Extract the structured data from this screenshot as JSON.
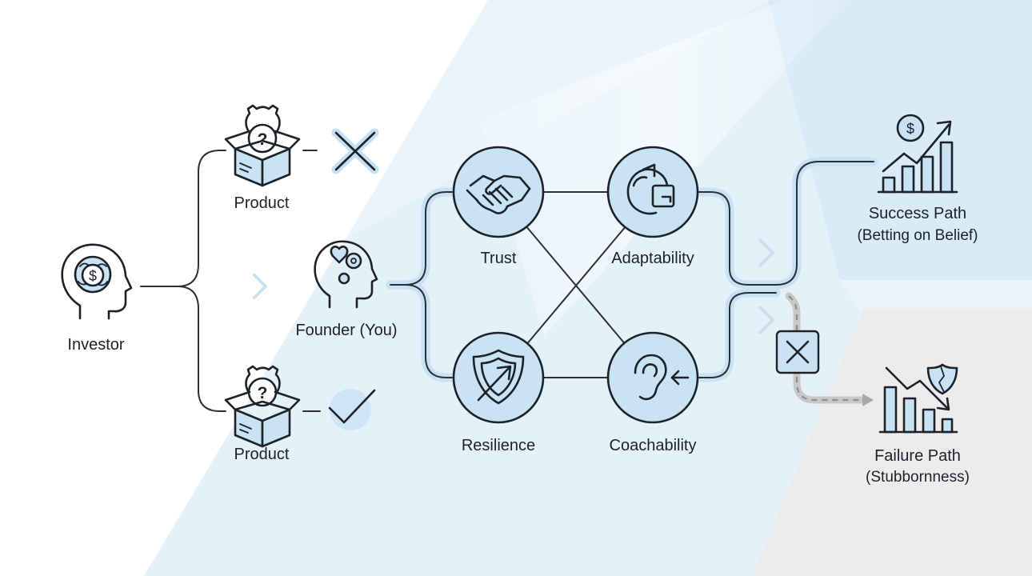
{
  "nodes": {
    "investor": "Investor",
    "product_top": "Product",
    "product_bottom": "Product",
    "founder": "Founder (You)",
    "trust": "Trust",
    "adaptability": "Adaptability",
    "resilience": "Resilience",
    "coachability": "Coachability"
  },
  "outcomes": {
    "success_title": "Success Path",
    "success_sub": "(Betting on Belief)",
    "failure_title": "Failure Path",
    "failure_sub": "(Stubbornness)"
  },
  "icon_glyphs": {
    "question": "?",
    "dollar": "$"
  },
  "colors": {
    "accent_fill": "#c9e3f4",
    "background_blue": "#e6f2fa",
    "background_grey": "#eeeeee",
    "ink": "#1c2228"
  }
}
